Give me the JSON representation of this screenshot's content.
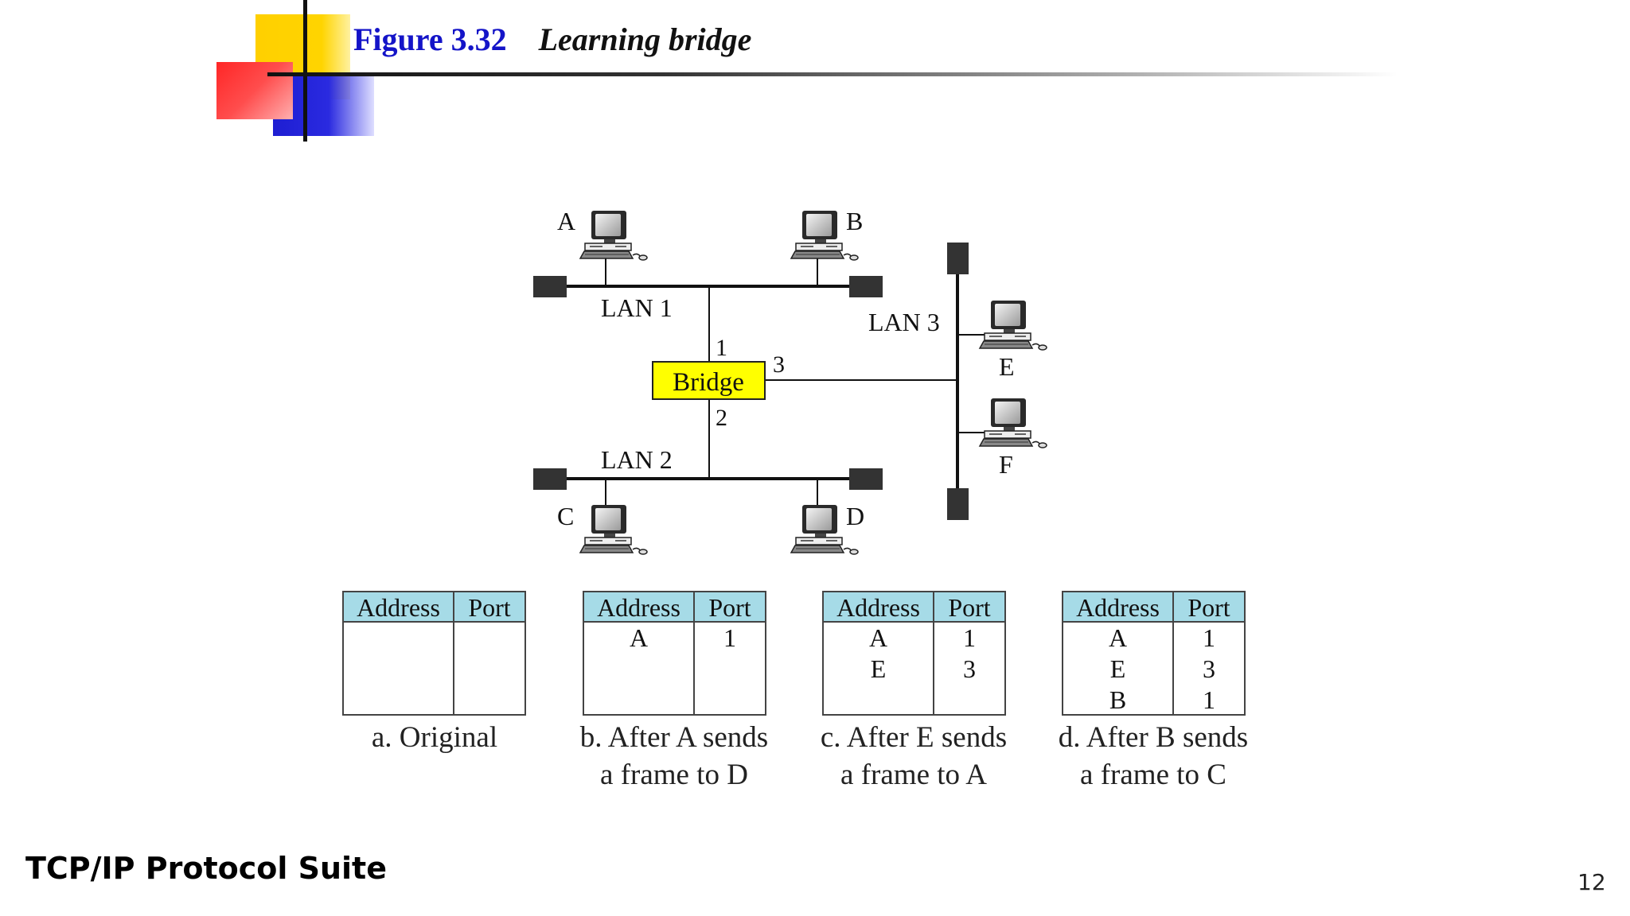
{
  "figure": {
    "number": "Figure 3.32",
    "caption": "Learning bridge"
  },
  "network": {
    "bridge_label": "Bridge",
    "lan_labels": {
      "lan1": "LAN 1",
      "lan2": "LAN 2",
      "lan3": "LAN 3"
    },
    "port_labels": {
      "p1": "1",
      "p2": "2",
      "p3": "3"
    },
    "stations": {
      "a": "A",
      "b": "B",
      "c": "C",
      "d": "D",
      "e": "E",
      "f": "F"
    },
    "bridge_color": "#ffff00"
  },
  "tables": [
    {
      "header": {
        "address": "Address",
        "port": "Port"
      },
      "rows": [],
      "caption_line1": "a. Original",
      "caption_line2": ""
    },
    {
      "header": {
        "address": "Address",
        "port": "Port"
      },
      "rows": [
        {
          "address": "A",
          "port": "1"
        }
      ],
      "caption_line1": "b. After A sends",
      "caption_line2": "a frame to D"
    },
    {
      "header": {
        "address": "Address",
        "port": "Port"
      },
      "rows": [
        {
          "address": "A",
          "port": "1"
        },
        {
          "address": "E",
          "port": "3"
        }
      ],
      "caption_line1": "c. After E sends",
      "caption_line2": "a frame to A"
    },
    {
      "header": {
        "address": "Address",
        "port": "Port"
      },
      "rows": [
        {
          "address": "A",
          "port": "1"
        },
        {
          "address": "E",
          "port": "3"
        },
        {
          "address": "B",
          "port": "1"
        }
      ],
      "caption_line1": "d. After B sends",
      "caption_line2": "a frame to C"
    }
  ],
  "colors": {
    "table_header": "#a6dbe7",
    "figure_number": "#1414c8"
  },
  "footer": {
    "title": "TCP/IP Protocol Suite",
    "page": "12"
  }
}
